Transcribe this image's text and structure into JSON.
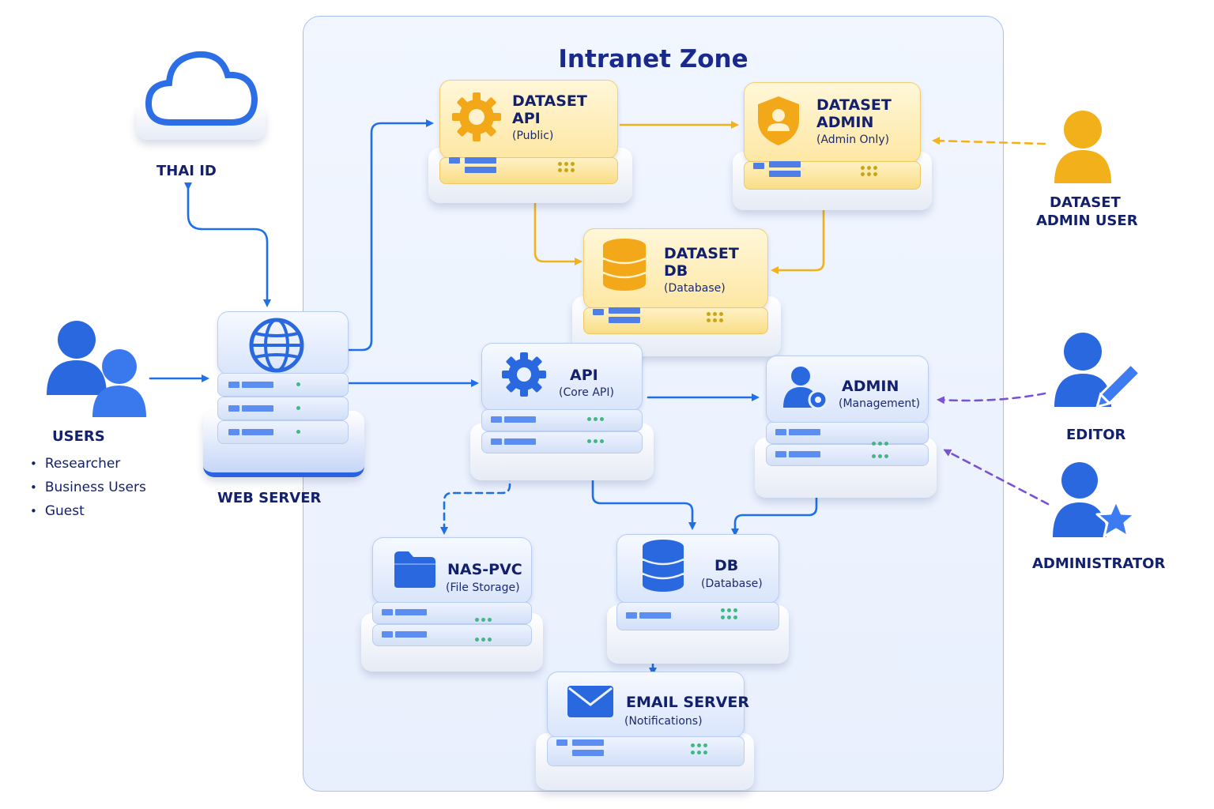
{
  "zone": {
    "title": "Intranet Zone"
  },
  "external": {
    "thai_id": {
      "label": "THAI ID"
    },
    "users": {
      "label": "USERS",
      "items": [
        "Researcher",
        "Business Users",
        "Guest"
      ]
    },
    "web_server": {
      "label": "WEB SERVER"
    },
    "dataset_admin_user": {
      "line1": "DATASET",
      "line2": "ADMIN USER"
    },
    "editor": {
      "label": "EDITOR"
    },
    "administrator": {
      "label": "ADMINISTRATOR"
    }
  },
  "nodes": {
    "dataset_api": {
      "line1": "DATASET",
      "line2": "API",
      "sub": "(Public)"
    },
    "dataset_admin": {
      "line1": "DATASET",
      "line2": "ADMIN",
      "sub": "(Admin Only)"
    },
    "dataset_db": {
      "line1": "DATASET",
      "line2": "DB",
      "sub": "(Database)"
    },
    "api": {
      "label": "API",
      "sub": "(Core API)"
    },
    "admin": {
      "label": "ADMIN",
      "sub": "(Management)"
    },
    "nas": {
      "label": "NAS-PVC",
      "sub": "(File Storage)"
    },
    "db": {
      "label": "DB",
      "sub": "(Database)"
    },
    "email": {
      "label": "EMAIL SERVER",
      "sub": "(Notifications)"
    }
  },
  "icons": [
    "cloud-icon",
    "users-icon",
    "globe-icon",
    "gear-icon",
    "shield-user-icon",
    "database-icon",
    "user-gear-icon",
    "folder-icon",
    "envelope-icon",
    "user-icon",
    "user-pencil-icon",
    "user-star-icon"
  ],
  "colors": {
    "blue": "#1f6fe8",
    "yellow": "#f3b21b",
    "purple": "#7a52d6",
    "text": "#13206b"
  }
}
